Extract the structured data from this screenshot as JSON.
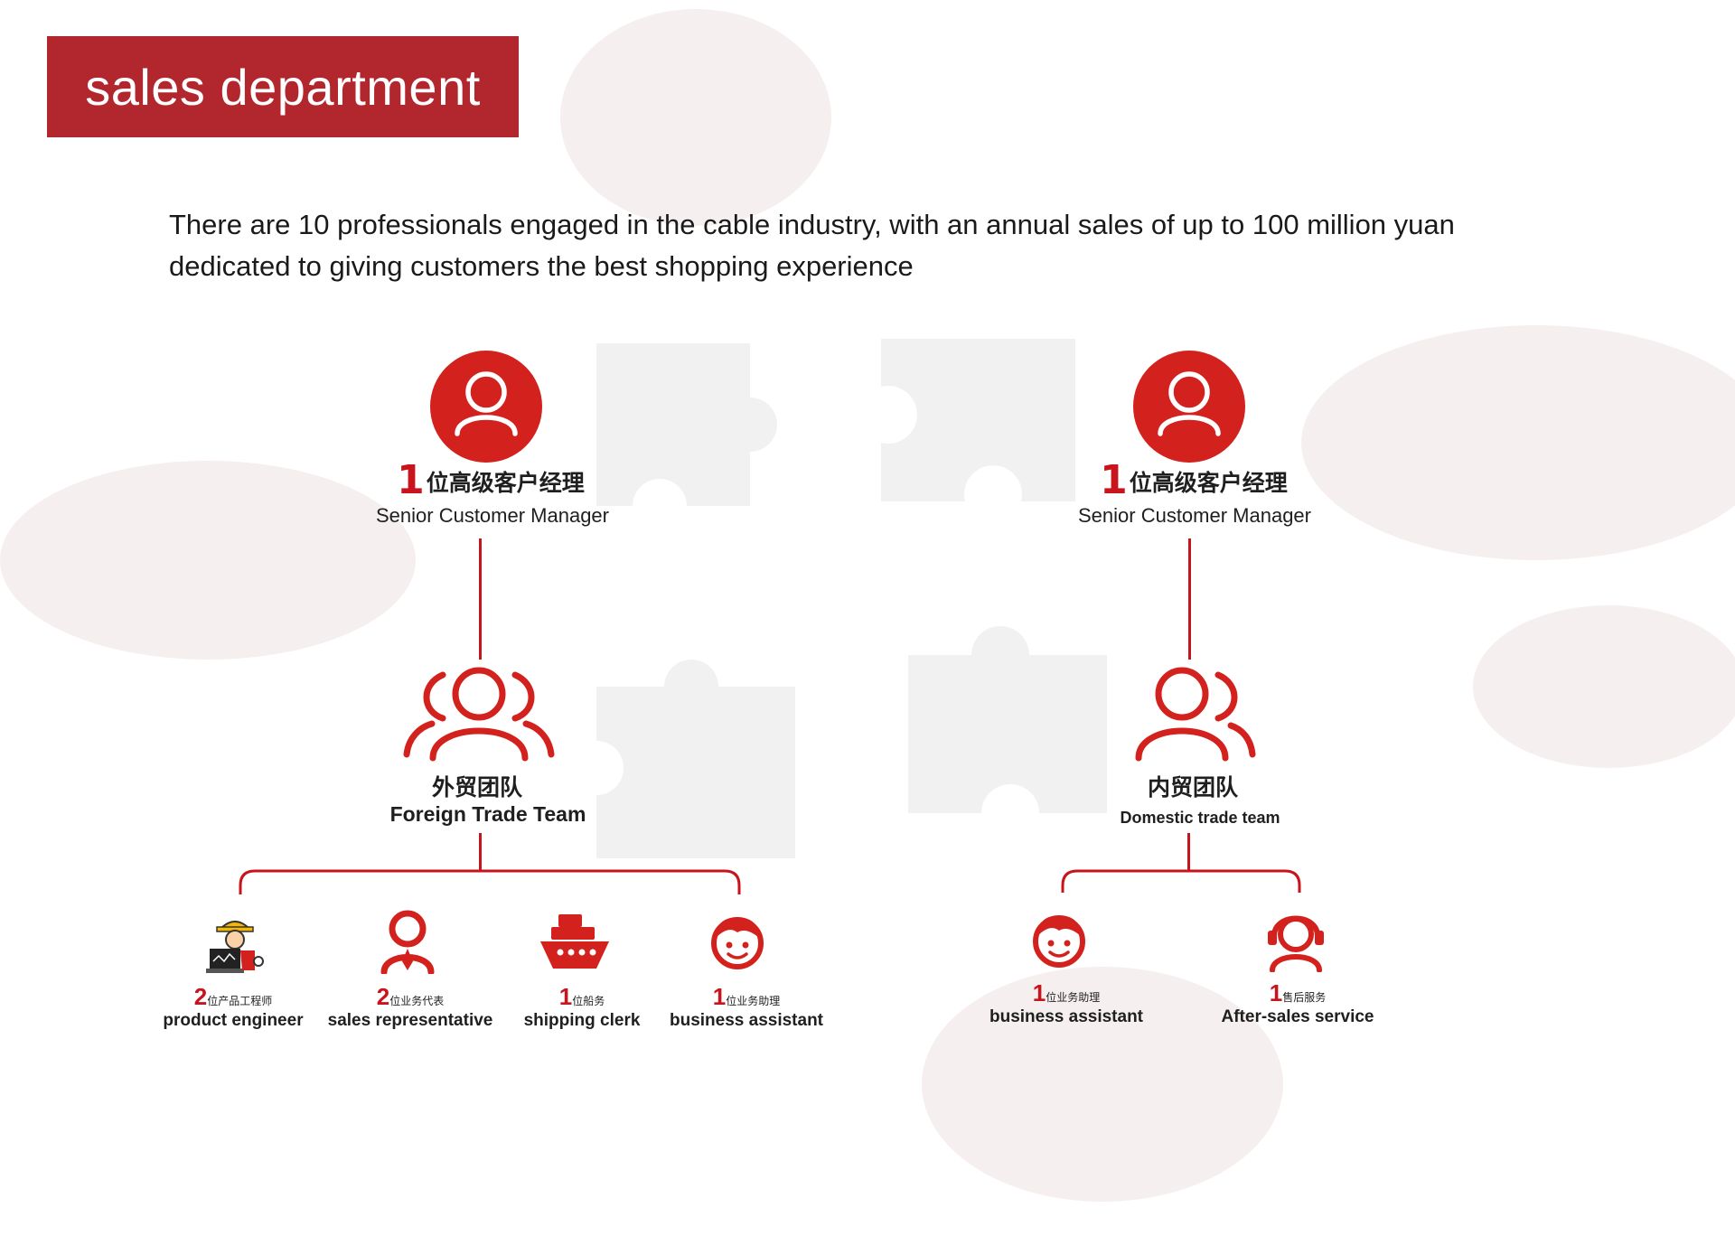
{
  "header": {
    "title": "sales department"
  },
  "intro": {
    "line1": "There are 10 professionals engaged in the cable industry, with an annual sales of up to 100 million yuan",
    "line2": "dedicated to giving customers the best shopping experience"
  },
  "colors": {
    "accent": "#c8151d",
    "banner": "#b2272e",
    "text": "#1f1f1f"
  },
  "left": {
    "manager": {
      "count": "1",
      "cn": "位高级客户经理",
      "en": "Senior Customer Manager",
      "icon": "user-circle-icon"
    },
    "team": {
      "cn": "外贸团队",
      "en": "Foreign Trade Team",
      "icon": "group-icon"
    },
    "members": [
      {
        "count": "2",
        "cn": "位产品工程师",
        "en": "product engineer",
        "icon": "engineer-icon"
      },
      {
        "count": "2",
        "cn": "位业务代表",
        "en": "sales representative",
        "icon": "representative-icon"
      },
      {
        "count": "1",
        "cn": "位船务",
        "en": "shipping clerk",
        "icon": "ship-icon"
      },
      {
        "count": "1",
        "cn": "位业务助理",
        "en": "business assistant",
        "icon": "assistant-face-icon"
      }
    ]
  },
  "right": {
    "manager": {
      "count": "1",
      "cn": "位高级客户经理",
      "en": "Senior Customer Manager",
      "icon": "user-circle-icon"
    },
    "team": {
      "cn": "内贸团队",
      "en": "Domestic trade team",
      "icon": "group-icon"
    },
    "members": [
      {
        "count": "1",
        "cn": "位业务助理",
        "en": "business assistant",
        "icon": "assistant-face-icon"
      },
      {
        "count": "1",
        "cn": "售后服务",
        "en": "After-sales service",
        "icon": "headset-icon"
      }
    ]
  }
}
